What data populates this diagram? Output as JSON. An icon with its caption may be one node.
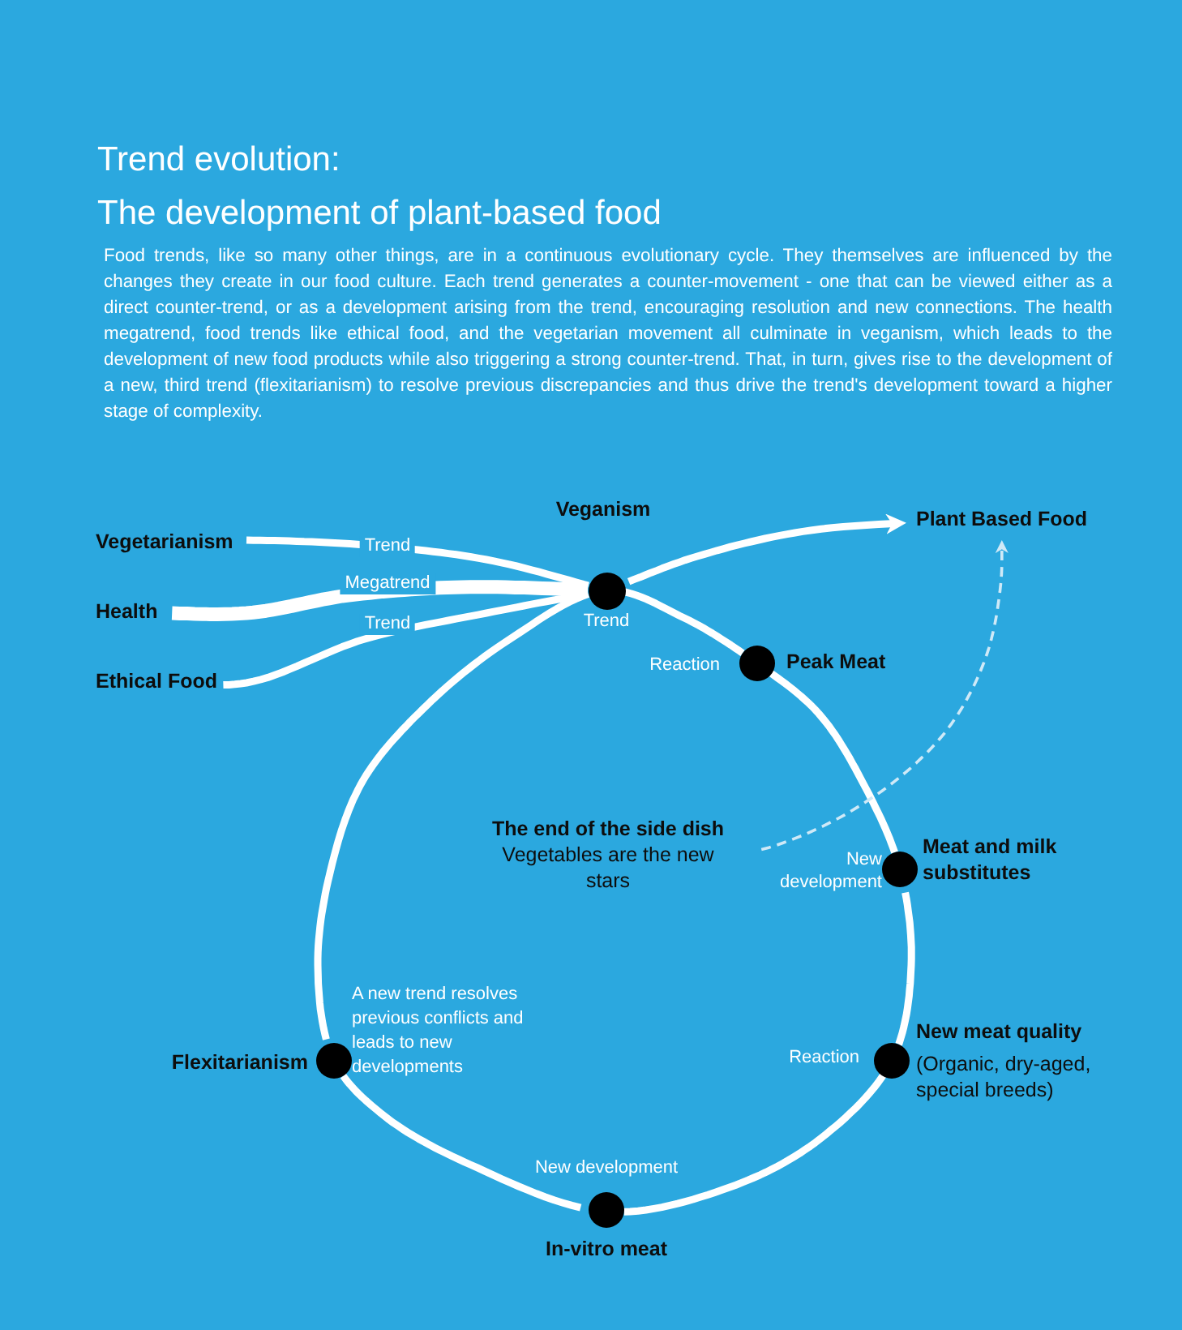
{
  "diagram": {
    "title": "Trend evolution:",
    "nodes": [
      {
        "text": [
          "Vegetarianism"
        ]
      },
      {
        "text": [
          "Health"
        ]
      },
      {
        "text": [
          "Ethical Food"
        ]
      },
      {
        "text": [
          "Veganism"
        ],
        "beside": [
          "Trend"
        ]
      },
      {
        "text": [
          "Plant Based Food"
        ]
      },
      {
        "text": [
          "Peak Meat"
        ],
        "beside": [
          "Reaction"
        ]
      },
      {
        "text": [
          "The end of the side dish",
          "Vegetables are the new stars"
        ]
      },
      {
        "text": [
          "Meat and milk substitutes"
        ],
        "beside": [
          "New development"
        ]
      },
      {
        "text": [
          "Flexitarianism"
        ],
        "beside": [
          "A new trend resolves previous conflicts and leads to new developments"
        ]
      },
      {
        "text": [
          "New meat quality",
          "(Organic, dry-aged, special breeds)"
        ],
        "beside": [
          "Reaction"
        ]
      },
      {
        "text": [
          "In-vitro meat"
        ],
        "beside": [
          "New development"
        ]
      }
    ],
    "edges": [
      {
        "from": 0,
        "to": 3,
        "arrow": "none",
        "label": "Trend"
      },
      {
        "from": 1,
        "to": 3,
        "arrow": "none",
        "label": "Megatrend",
        "style": "thick"
      },
      {
        "from": 2,
        "to": 3,
        "arrow": "none",
        "label": "Trend"
      },
      {
        "from": 3,
        "to": 4,
        "arrow": "to"
      },
      {
        "from": 3,
        "to": 5,
        "arrow": "none"
      },
      {
        "from": 5,
        "to": 7,
        "arrow": "none"
      },
      {
        "from": 7,
        "to": 9,
        "arrow": "none"
      },
      {
        "from": 9,
        "to": 10,
        "arrow": "none"
      },
      {
        "from": 10,
        "to": 8,
        "arrow": "none"
      },
      {
        "from": 8,
        "to": 3,
        "arrow": "none"
      },
      {
        "from": 6,
        "to": 4,
        "arrow": "to",
        "style": "dashed",
        "color": "#cfe9f7"
      }
    ],
    "labels": [
      "The development of plant-based food",
      "Food trends, like so many other things, are in a continuous evolutionary cycle. They themselves are influenced by the changes they create in our food culture. Each trend generates a counter-movement - one that can be viewed either as a direct counter-trend, or as a development arising from the trend, encouraging resolution and new connections. The health megatrend, food trends like ethical food, and the vegetarian movement all culminate in veganism, which leads to the development of new food products while also triggering a strong counter-trend. That, in turn, gives rise to the development of a new, third trend (flexitarianism) to resolve previous discrepancies and thus drive the trend's development toward a higher stage of complexity."
    ]
  }
}
